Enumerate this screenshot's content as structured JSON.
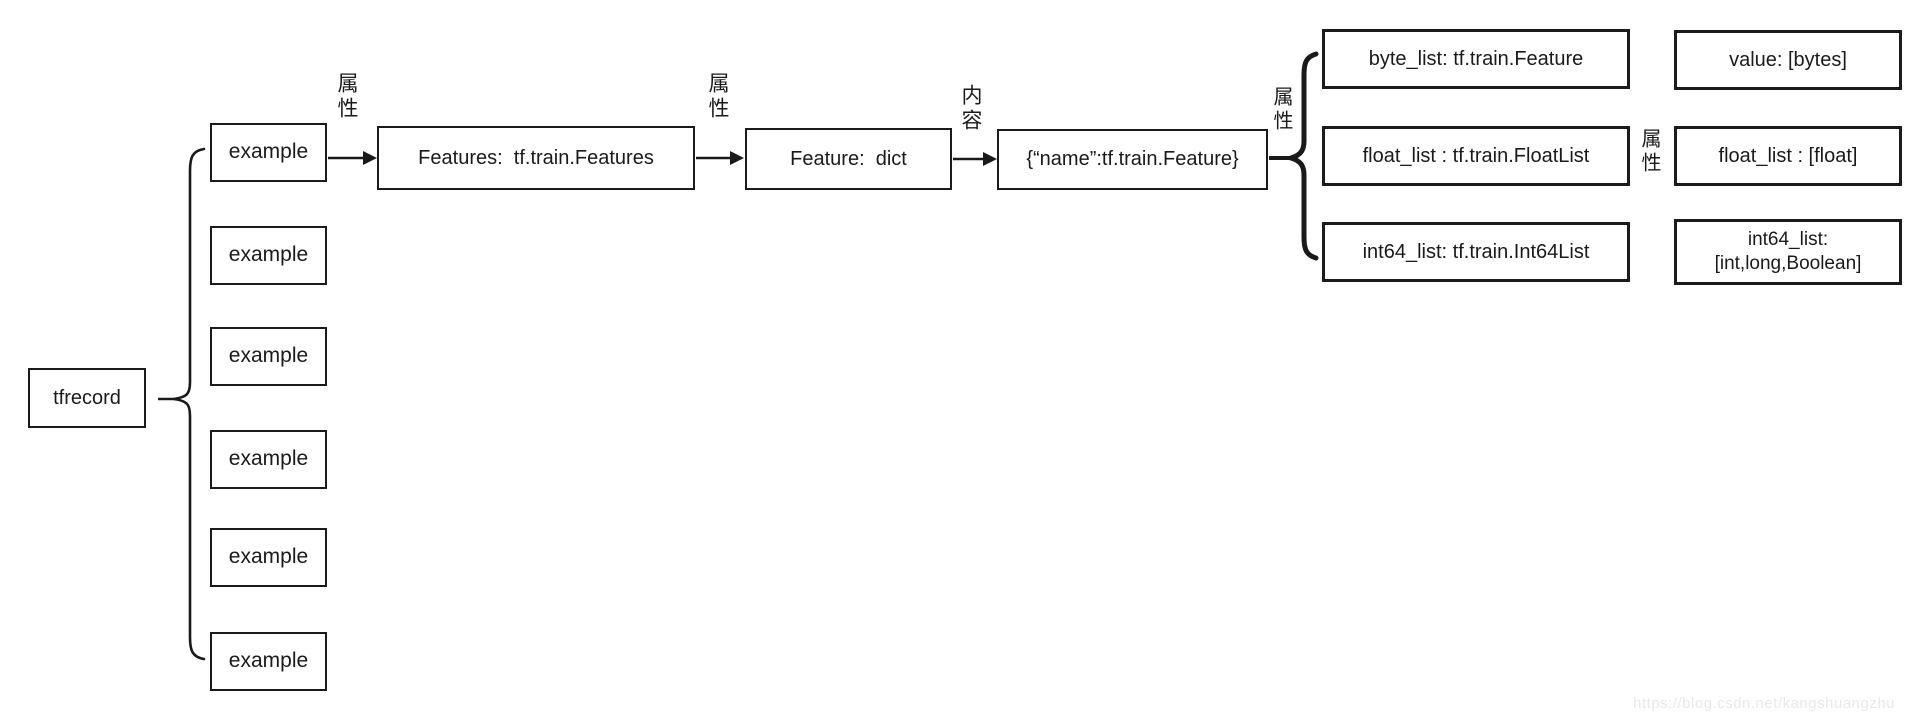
{
  "page": {
    "background": "#ffffff",
    "line_color": "#1a1a1a",
    "watermark": "https://blog.csdn.net/kangshuangzhu"
  },
  "diagram": {
    "root": {
      "label": "tfrecord"
    },
    "examples": [
      "example",
      "example",
      "example",
      "example",
      "example",
      "example"
    ],
    "chain": {
      "features_label": "Features:  tf.train.Features",
      "feature_dict_label": "Feature:  dict",
      "name_feature_label": "{“name”:tf.train.Feature}"
    },
    "edge_labels": {
      "example_to_features": "属性",
      "features_to_feature": "属性",
      "feature_to_name": "内容",
      "name_to_types": "属性",
      "float_to_value": "属性"
    },
    "feature_types": [
      {
        "label": "byte_list: tf.train.Feature"
      },
      {
        "label": "float_list : tf.train.FloatList"
      },
      {
        "label": "int64_list: tf.train.Int64List"
      }
    ],
    "value_types": [
      {
        "label": "value: [bytes]"
      },
      {
        "label": "float_list : [float]"
      },
      {
        "label": "int64_list:\n[int,long,Boolean]"
      }
    ]
  }
}
